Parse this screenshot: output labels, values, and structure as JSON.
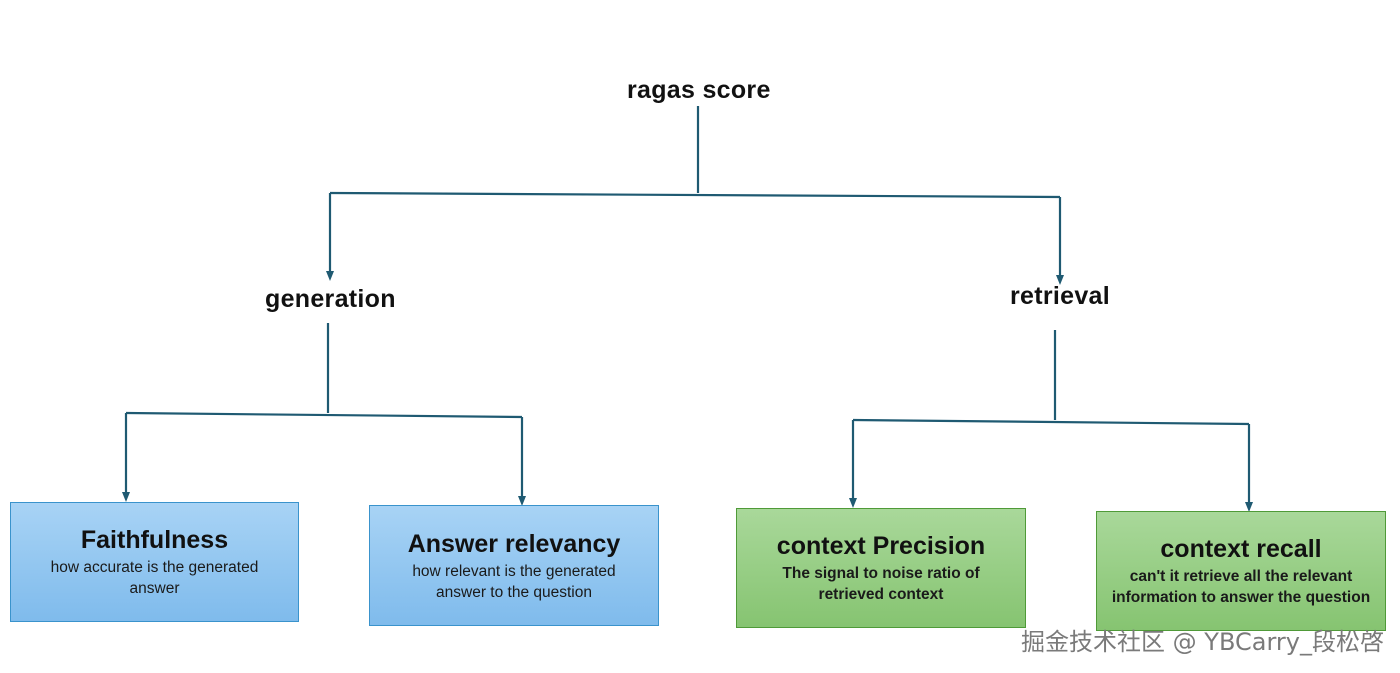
{
  "root": {
    "label": "ragas score"
  },
  "categories": {
    "generation": {
      "label": "generation"
    },
    "retrieval": {
      "label": "retrieval"
    }
  },
  "metrics": {
    "faithfulness": {
      "title": "Faithfulness",
      "description": "how accurate is the generated answer"
    },
    "answer_relevancy": {
      "title": "Answer relevancy",
      "description": "how relevant is the generated answer to the question"
    },
    "context_precision": {
      "title": "context Precision",
      "description": "The signal to noise ratio of retrieved context"
    },
    "context_recall": {
      "title": "context recall",
      "description": "can't it retrieve all the relevant information to answer the question"
    }
  },
  "colors": {
    "connector": "#1f5a72",
    "generation_box": "#8cc6f0",
    "retrieval_box": "#95cf80"
  },
  "watermark": "掘金技术社区 @ YBCarry_段松啓"
}
